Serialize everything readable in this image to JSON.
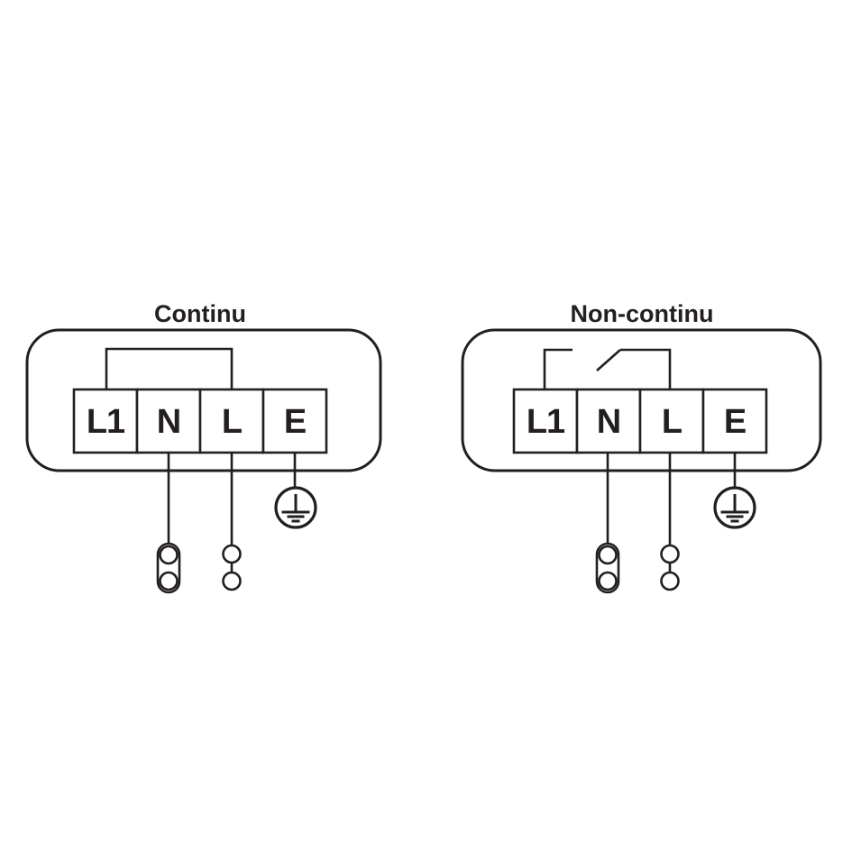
{
  "canvas": {
    "background_color": "#ffffff",
    "line_color": "#231f20"
  },
  "diagrams": [
    {
      "title": "Continu",
      "terminals": [
        "L1",
        "N",
        "L",
        "E"
      ],
      "l1_to_l_link": "closed jumper",
      "icons": [
        "double-circle-connector-icon",
        "two-circle-connector-icon",
        "earth-ground-icon"
      ]
    },
    {
      "title": "Non-continu",
      "terminals": [
        "L1",
        "N",
        "L",
        "E"
      ],
      "l1_to_l_link": "open switch",
      "icons": [
        "double-circle-connector-icon",
        "two-circle-connector-icon",
        "earth-ground-icon"
      ]
    }
  ]
}
